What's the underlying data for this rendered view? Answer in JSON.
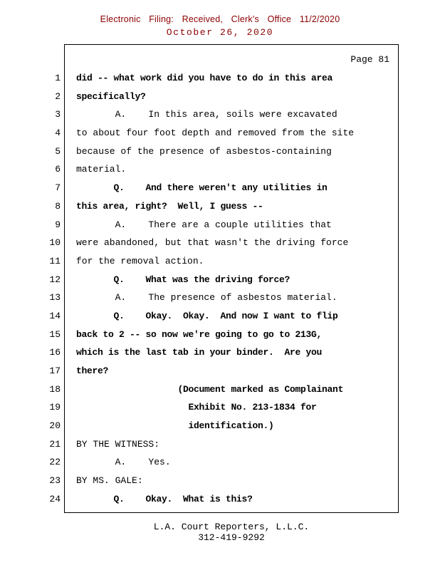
{
  "colors": {
    "stamp_red": "#8B0000",
    "text": "#000000",
    "border": "#000000",
    "background": "#FFFFFF"
  },
  "stamp": {
    "efiling_line": "Electronic Filing: Received, Clerk's Office 11/2/2020",
    "date_line": "October 26, 2020"
  },
  "page_label": "Page 81",
  "transcript": {
    "lines": [
      {
        "n": "1",
        "bold": true,
        "text": "did -- what work did you have to do in this area"
      },
      {
        "n": "2",
        "bold": true,
        "text": "specifically?"
      },
      {
        "n": "3",
        "bold": false,
        "text": "       A.    In this area, soils were excavated"
      },
      {
        "n": "4",
        "bold": false,
        "text": "to about four foot depth and removed from the site"
      },
      {
        "n": "5",
        "bold": false,
        "text": "because of the presence of asbestos-containing"
      },
      {
        "n": "6",
        "bold": false,
        "text": "material."
      },
      {
        "n": "7",
        "bold": true,
        "text": "       Q.    And there weren't any utilities in"
      },
      {
        "n": "8",
        "bold": true,
        "text": "this area, right?  Well, I guess --"
      },
      {
        "n": "9",
        "bold": false,
        "text": "       A.    There are a couple utilities that"
      },
      {
        "n": "10",
        "bold": false,
        "text": "were abandoned, but that wasn't the driving force"
      },
      {
        "n": "11",
        "bold": false,
        "text": "for the removal action."
      },
      {
        "n": "12",
        "bold": true,
        "text": "       Q.    What was the driving force?"
      },
      {
        "n": "13",
        "bold": false,
        "text": "       A.    The presence of asbestos material."
      },
      {
        "n": "14",
        "bold": true,
        "text": "       Q.    Okay.  Okay.  And now I want to flip"
      },
      {
        "n": "15",
        "bold": true,
        "text": "back to 2 -- so now we're going to go to 213G,"
      },
      {
        "n": "16",
        "bold": true,
        "text": "which is the last tab in your binder.  Are you"
      },
      {
        "n": "17",
        "bold": true,
        "text": "there?"
      },
      {
        "n": "18",
        "bold": true,
        "text": "                   (Document marked as Complainant"
      },
      {
        "n": "19",
        "bold": true,
        "text": "                     Exhibit No. 213-1834 for"
      },
      {
        "n": "20",
        "bold": true,
        "text": "                     identification.)"
      },
      {
        "n": "21",
        "bold": false,
        "text": "BY THE WITNESS:"
      },
      {
        "n": "22",
        "bold": false,
        "text": "       A.    Yes."
      },
      {
        "n": "23",
        "bold": false,
        "text": "BY MS. GALE:"
      },
      {
        "n": "24",
        "bold": true,
        "text": "       Q.    Okay.  What is this?"
      }
    ]
  },
  "footer": {
    "company": "L.A. Court Reporters, L.L.C.",
    "phone": "312-419-9292"
  }
}
